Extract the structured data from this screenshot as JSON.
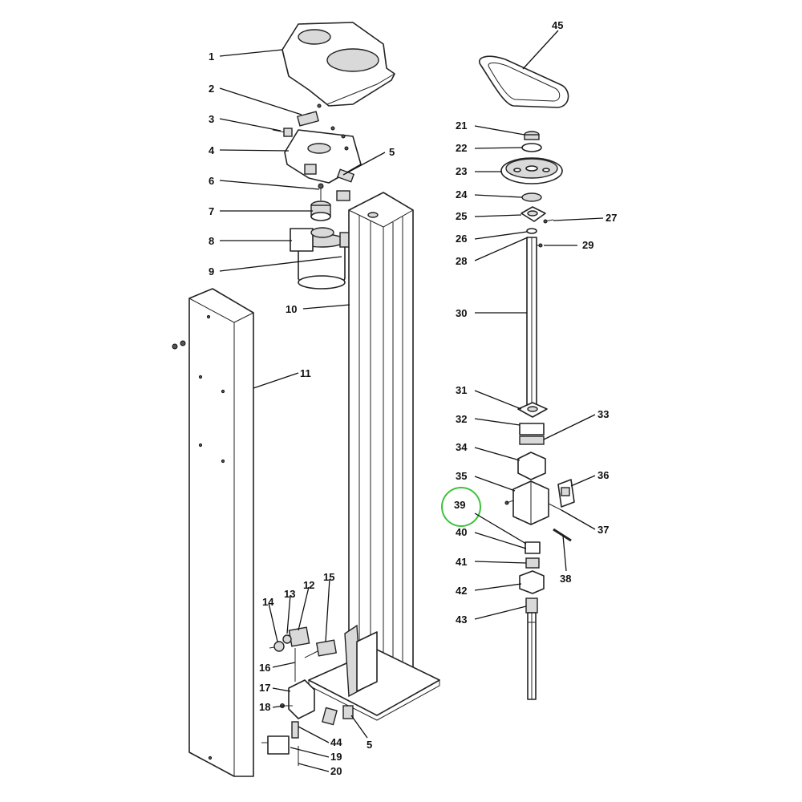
{
  "callouts": [
    {
      "id": "c1",
      "label": "1"
    },
    {
      "id": "c2",
      "label": "2"
    },
    {
      "id": "c3",
      "label": "3"
    },
    {
      "id": "c4",
      "label": "4"
    },
    {
      "id": "c5a",
      "label": "5"
    },
    {
      "id": "c6",
      "label": "6"
    },
    {
      "id": "c7",
      "label": "7"
    },
    {
      "id": "c8",
      "label": "8"
    },
    {
      "id": "c9",
      "label": "9"
    },
    {
      "id": "c10",
      "label": "10"
    },
    {
      "id": "c11",
      "label": "11"
    },
    {
      "id": "c12",
      "label": "12"
    },
    {
      "id": "c13",
      "label": "13"
    },
    {
      "id": "c14",
      "label": "14"
    },
    {
      "id": "c15",
      "label": "15"
    },
    {
      "id": "c16",
      "label": "16"
    },
    {
      "id": "c17",
      "label": "17"
    },
    {
      "id": "c18",
      "label": "18"
    },
    {
      "id": "c19",
      "label": "19"
    },
    {
      "id": "c20",
      "label": "20"
    },
    {
      "id": "c44",
      "label": "44"
    },
    {
      "id": "c5b",
      "label": "5"
    },
    {
      "id": "c45",
      "label": "45"
    },
    {
      "id": "c21",
      "label": "21"
    },
    {
      "id": "c22",
      "label": "22"
    },
    {
      "id": "c23",
      "label": "23"
    },
    {
      "id": "c24",
      "label": "24"
    },
    {
      "id": "c25",
      "label": "25"
    },
    {
      "id": "c26",
      "label": "26"
    },
    {
      "id": "c27",
      "label": "27"
    },
    {
      "id": "c28",
      "label": "28"
    },
    {
      "id": "c29",
      "label": "29"
    },
    {
      "id": "c30",
      "label": "30"
    },
    {
      "id": "c31",
      "label": "31"
    },
    {
      "id": "c32",
      "label": "32"
    },
    {
      "id": "c33",
      "label": "33"
    },
    {
      "id": "c34",
      "label": "34"
    },
    {
      "id": "c35",
      "label": "35"
    },
    {
      "id": "c36",
      "label": "36"
    },
    {
      "id": "c37",
      "label": "37"
    },
    {
      "id": "c38",
      "label": "38"
    },
    {
      "id": "c39",
      "label": "39"
    },
    {
      "id": "c40",
      "label": "40"
    },
    {
      "id": "c41",
      "label": "41"
    },
    {
      "id": "c42",
      "label": "42"
    },
    {
      "id": "c43",
      "label": "43"
    }
  ],
  "highlight": {
    "callout": "39",
    "color": "#3ec23e"
  }
}
